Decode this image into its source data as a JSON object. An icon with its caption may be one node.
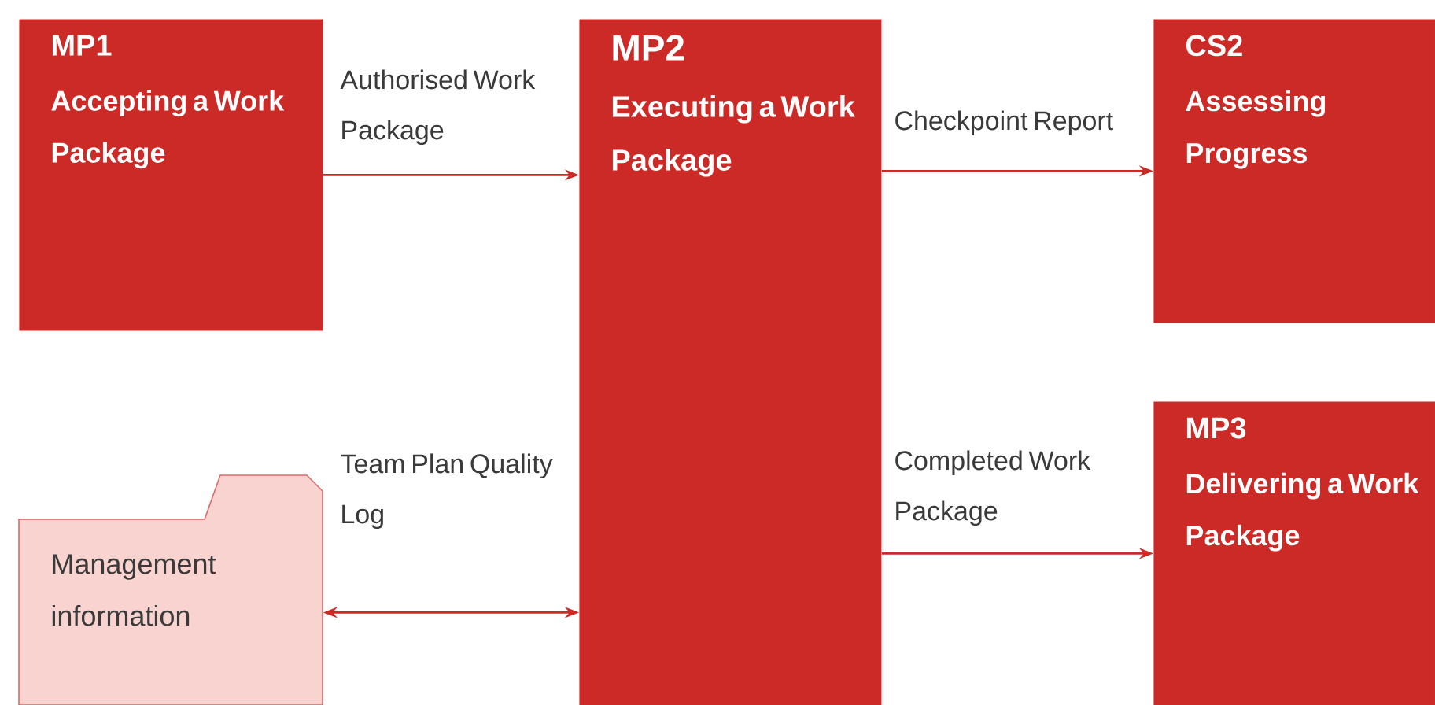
{
  "diagram": {
    "nodes": [
      {
        "text": [
          "MP1",
          "Accepting a Work Package"
        ]
      },
      {
        "text": [
          "MP2",
          "Executing a Work Package"
        ]
      },
      {
        "text": [
          "CS2",
          "Assessing Progress"
        ]
      },
      {
        "text": [
          "Management information"
        ]
      },
      {
        "text": [
          "MP3",
          "Delivering a Work Package"
        ]
      }
    ],
    "edges": [
      {
        "from": 0,
        "to": 1,
        "arrow": "to",
        "label": "Authorised Work Package"
      },
      {
        "from": 1,
        "to": 2,
        "arrow": "to",
        "label": "Checkpoint Report"
      },
      {
        "from": 3,
        "to": 1,
        "arrow": "both",
        "label": "Team Plan Quality Log"
      },
      {
        "from": 1,
        "to": 4,
        "arrow": "to",
        "label": "Completed Work Package"
      }
    ]
  }
}
